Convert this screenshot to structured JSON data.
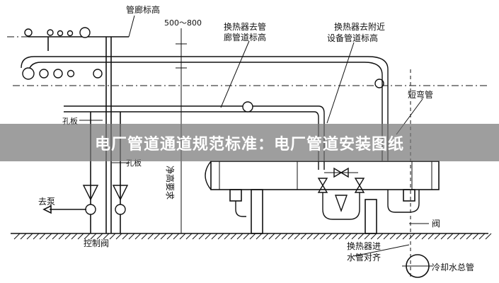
{
  "banner": {
    "title": "电厂管道通道规范标准：电厂管道安装图纸"
  },
  "labels": {
    "gallery_elevation": "管廊标高",
    "dim_range": "500～800",
    "hx_to_gallery_l1": "换热器去管",
    "hx_to_gallery_l2": "廊管道标高",
    "hx_to_equipment_l1": "换热器去附近",
    "hx_to_equipment_l2": "设备管道标高",
    "short_elbow": "短弯管",
    "orifice_1": "孔板",
    "orifice_2": "孔板",
    "clear_height": "净高要求",
    "to_pump": "去泵",
    "control_valve": "控制阀",
    "valve": "阀",
    "hx_inlet_l1": "换热器进",
    "hx_inlet_l2": "水管对齐",
    "cooling_main": "冷却水总管"
  }
}
